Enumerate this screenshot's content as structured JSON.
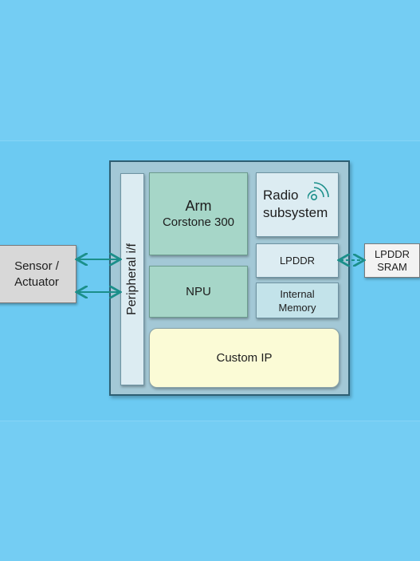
{
  "diagram": {
    "blocks": {
      "peripheral": "Peripheral i/f",
      "arm_line1": "Arm",
      "arm_line2": "Corstone 300",
      "npu": "NPU",
      "radio_line1": "Radio",
      "radio_line2": "subsystem",
      "lpddr_internal": "LPDDR",
      "internal_memory_line1": "Internal",
      "internal_memory_line2": "Memory",
      "custom_ip": "Custom IP",
      "sensor_line1": "Sensor /",
      "sensor_line2": "Actuator",
      "lpddr_external_line1": "LPDDR",
      "lpddr_external_line2": "SRAM"
    },
    "icons": {
      "radio": "wireless-signal-icon"
    },
    "colors": {
      "background": "#74cdf3",
      "soc_outline": "#2e5f73",
      "processor_fill": "#a6d6c8",
      "custom_ip_fill": "#fbfbd6",
      "arrow": "#1b8f8a"
    }
  }
}
